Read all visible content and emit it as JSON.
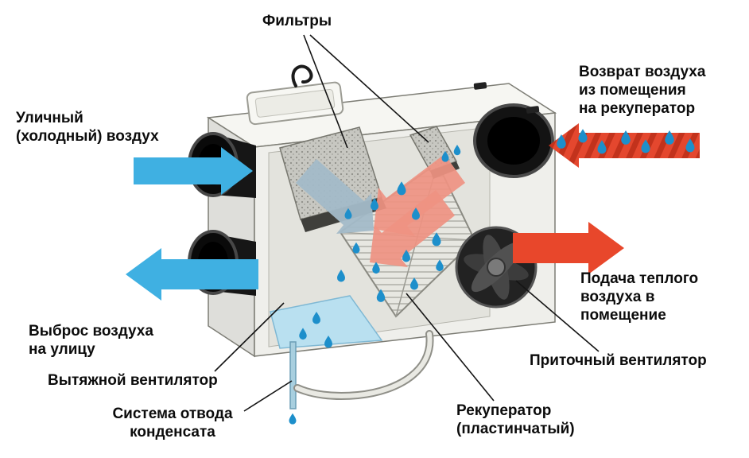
{
  "diagram": {
    "type": "technical-illustration",
    "subject": "heat-recovery-ventilation-unit",
    "labels": {
      "filters": "Фильтры",
      "return_air": "Возврат воздуха\nиз помещения\nна рекуператор",
      "street_air": "Уличный\n(холодный) воздух",
      "supply_air": "Подача теплого\nвоздуха в\nпомещение",
      "exhaust_air": "Выброс воздуха\nна улицу",
      "exhaust_fan": "Вытяжной вентилятор",
      "condensate_system": "Система отвода\nконденсата",
      "supply_fan": "Приточный вентилятор",
      "recuperator": "Рекуператор\n(пластинчатый)"
    },
    "colors": {
      "cold_air": "#3fb0e2",
      "warm_air": "#e8472b",
      "warm_air_internal": "#ef9282",
      "cold_air_internal": "#a3bac8",
      "droplet": "#1d8fcb",
      "unit_body": "#efefeb",
      "label_text": "#0c0c0c"
    }
  }
}
